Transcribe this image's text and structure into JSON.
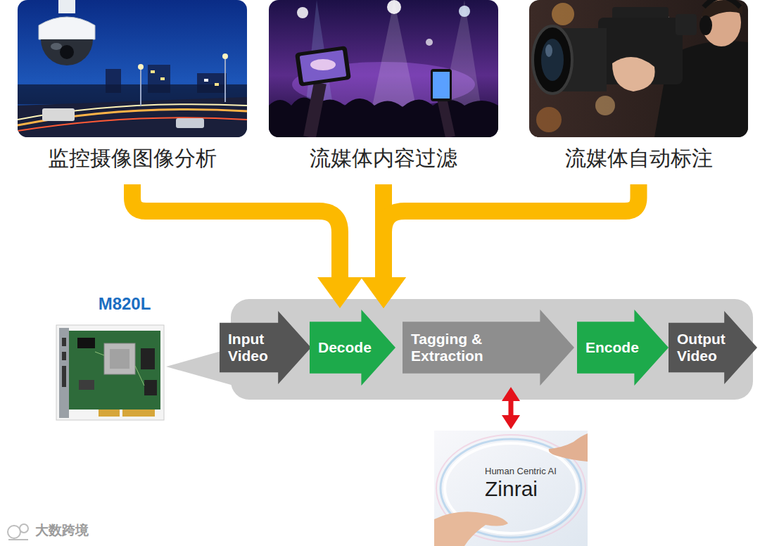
{
  "diagram": {
    "nodes": [
      {
        "text": [
          "监控摄像图像分析"
        ]
      },
      {
        "text": [
          "流媒体内容过滤"
        ]
      },
      {
        "text": [
          "流媒体自动标注"
        ]
      },
      {
        "text": [
          "M820L"
        ]
      },
      {
        "text": [
          "Input Video"
        ]
      },
      {
        "text": [
          "Decode"
        ]
      },
      {
        "text": [
          "Tagging & Extraction"
        ]
      },
      {
        "text": [
          "Encode"
        ]
      },
      {
        "text": [
          "Output Video"
        ]
      },
      {
        "text": [
          "Human Centric AI",
          "Zinrai"
        ]
      }
    ],
    "edges": [
      {
        "from": 0,
        "to": 5,
        "arrow": "to"
      },
      {
        "from": 1,
        "to": 5,
        "arrow": "to"
      },
      {
        "from": 2,
        "to": 5,
        "arrow": "to"
      },
      {
        "from": 6,
        "to": 9,
        "arrow": "both"
      }
    ],
    "labels": [
      "大数跨境"
    ]
  }
}
